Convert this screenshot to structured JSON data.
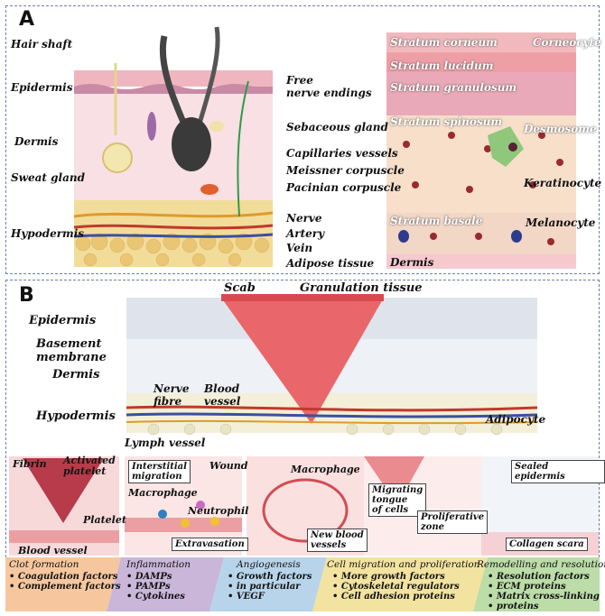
{
  "panel_a": {
    "letter": "A",
    "skin_labels_left": [
      "Hair shaft",
      "Epidermis",
      "Dermis",
      "Sweat gland",
      "Hypodermis"
    ],
    "skin_labels_right": [
      "Free",
      "nerve endings",
      "Sebaceous gland",
      "Capillaries vessels",
      "Meissner corpuscle",
      "Pacinian corpuscle",
      "Nerve",
      "Artery",
      "Vein",
      "Adipose tissue"
    ],
    "strata_labels": [
      "Stratum corneum",
      "Stratum lucidum",
      "Stratum granulosum",
      "Stratum spinosum",
      "Stratum basale",
      "Dermis"
    ],
    "cell_labels": [
      "Corneocyte",
      "Desmosome",
      "Keratinocyte",
      "Melanocyte"
    ]
  },
  "panel_b": {
    "letter": "B",
    "top_labels": [
      "Scab",
      "Granulation tissue"
    ],
    "left_labels": [
      "Epidermis",
      "Basement",
      "membrane",
      "Dermis",
      "Hypodermis",
      "Lymph vessel"
    ],
    "middle_labels": [
      "Nerve",
      "fibre",
      "Blood",
      "vessel",
      "Adipocyte"
    ],
    "stage1": {
      "labels": [
        "Fibrin",
        "Activated",
        "platelet",
        "Platelet",
        "Blood vessel"
      ],
      "title": "Clot formation",
      "bullets": [
        "Coagulation factors",
        "Complement factors"
      ]
    },
    "stage2": {
      "labels": [
        "Interstitial",
        "migration",
        "Wound",
        "Macrophage",
        "Neutrophil",
        "Extravasation"
      ],
      "title": "Inflammation",
      "bullets": [
        "DAMPs",
        "PAMPs",
        "Cytokines"
      ]
    },
    "stage3": {
      "labels": [
        "Macrophage",
        "New blood",
        "vessels"
      ],
      "title": "Angiogenesis",
      "bullets": [
        "Growth factors",
        "in particular",
        "VEGF"
      ]
    },
    "stage4": {
      "labels": [
        "Migrating",
        "tongue",
        "of cells",
        "Proliferative",
        "zone"
      ],
      "title": "Cell migration and proliferation",
      "bullets": [
        "More growth factors",
        "Cytoskeletal regulators",
        "Cell adhesion proteins"
      ]
    },
    "stage5": {
      "labels": [
        "Sealed epidermis",
        "Collagen scara"
      ],
      "title": "Remodelling and resolution",
      "bullets": [
        "Resolution factors",
        "ECM proteins",
        "Matrix cross-linking",
        "proteins"
      ]
    }
  },
  "colors": {
    "skin_pink": "#f3c4c8",
    "fat_yellow": "#f2dc9a",
    "wound_red": "#e9676a",
    "artery": "#c0392b",
    "vein": "#3b4fa0",
    "nerve": "#e09a2a",
    "band_orange": "#f6c79e",
    "band_purple": "#c9b6d8",
    "band_blue": "#b8d4ea",
    "band_yellow": "#f3e3a0",
    "band_green": "#bcdca8"
  }
}
